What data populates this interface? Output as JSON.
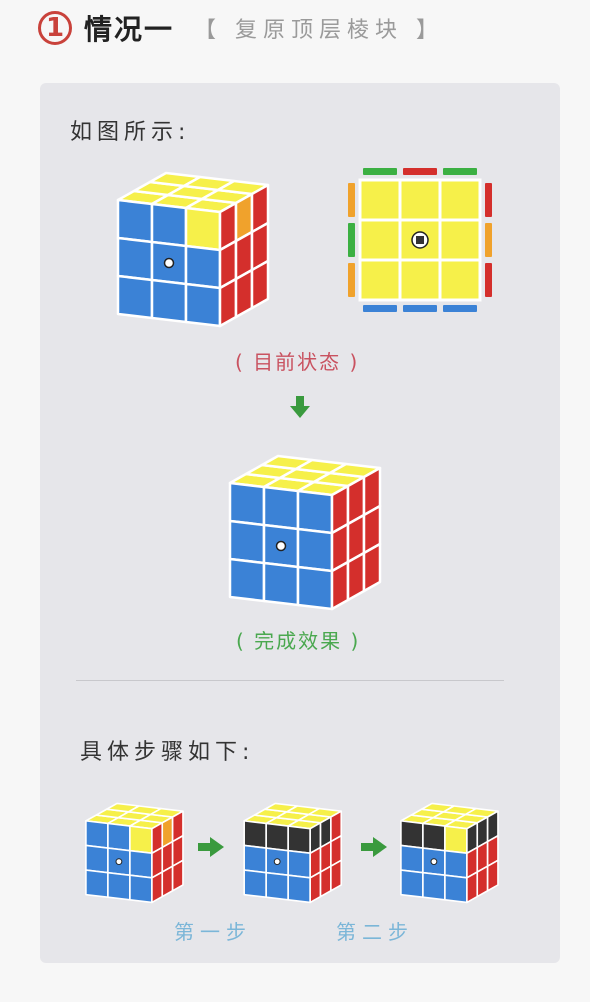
{
  "header": {
    "number": "1",
    "title": "情况一",
    "subtitle": "【 复原顶层棱块 】"
  },
  "card": {
    "intro_label": "如图所示:",
    "current_state_label": "( 目前状态 )",
    "result_label": "( 完成效果 )",
    "steps_label": "具体步骤如下:",
    "step1_label": "第一步",
    "step2_label": "第二步"
  },
  "icons": {
    "down_arrow": "down-arrow-icon",
    "right_arrow": "right-arrow-icon"
  },
  "colors": {
    "yellow": "#f6f04a",
    "blue": "#3b82d6",
    "red": "#d42f2c",
    "orange": "#f0a22c",
    "green": "#3cb043",
    "black": "#333333",
    "accent": "#c9423b"
  }
}
